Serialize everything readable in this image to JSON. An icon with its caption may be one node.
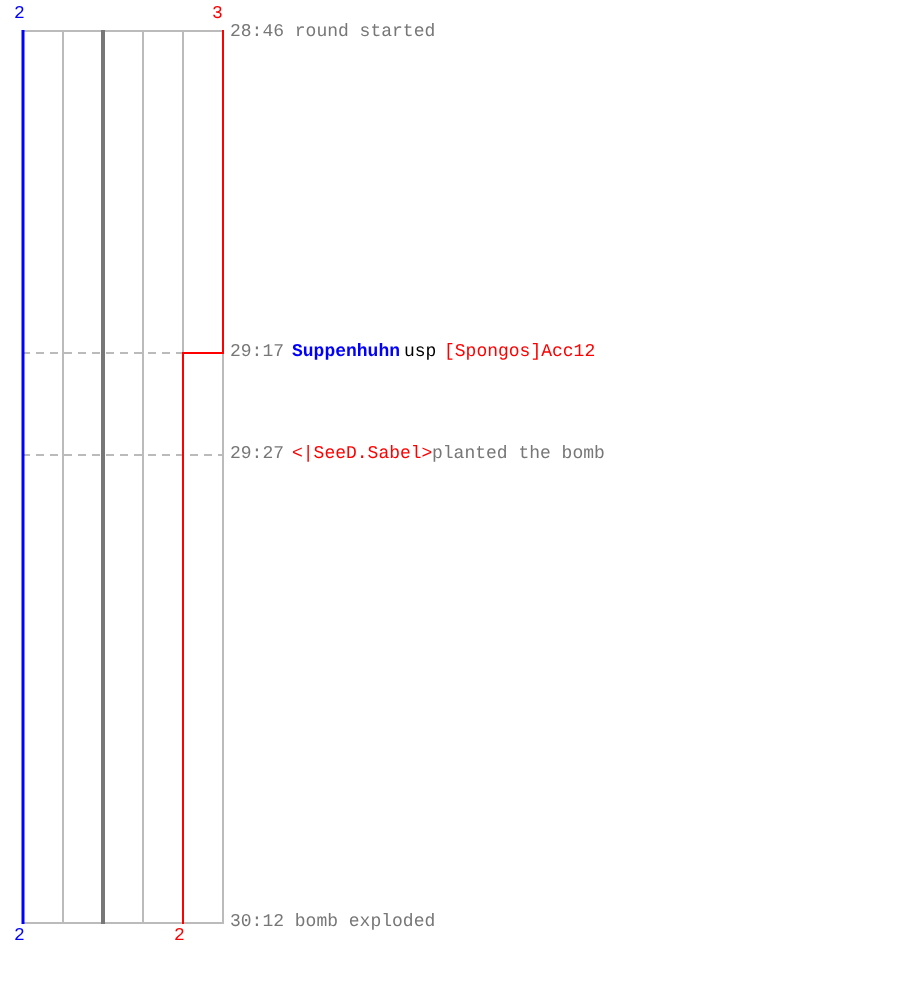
{
  "diagram": {
    "labels": [
      "2",
      "3",
      "28:46 round started",
      "29:17",
      "Suppenhuhn",
      "usp",
      "[Spongos]Acc12",
      "29:27",
      "<|SeeD.Sabel>",
      "planted the bomb",
      "2",
      "2",
      "30:12 bomb exploded"
    ]
  }
}
